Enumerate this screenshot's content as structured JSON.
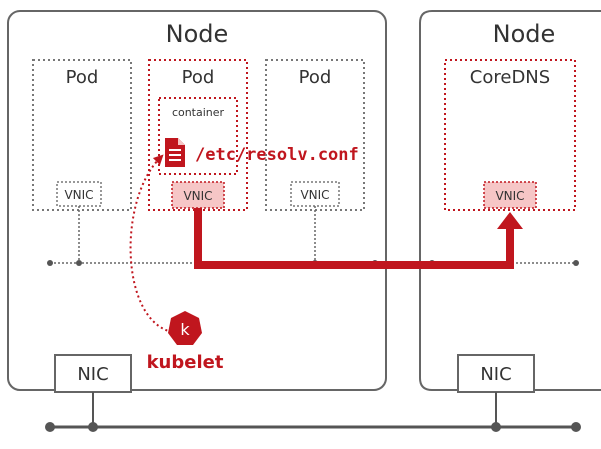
{
  "nodes": [
    {
      "label": "Node"
    },
    {
      "label": "Node"
    }
  ],
  "pods": [
    {
      "label": "Pod",
      "vnic": "VNIC"
    },
    {
      "label": "Pod",
      "vnic": "VNIC"
    },
    {
      "label": "Pod",
      "vnic": "VNIC"
    }
  ],
  "container": {
    "label": "container",
    "file": "/etc/resolv.conf"
  },
  "coredns": {
    "label": "CoreDNS",
    "vnic": "VNIC"
  },
  "kubelet": {
    "label": "kubelet",
    "icon_letter": "k"
  },
  "nics": [
    "NIC",
    "NIC"
  ],
  "colors": {
    "accent": "#c0161e",
    "highlight_fill": "#f6c6c6",
    "border": "#666666",
    "text": "#333333",
    "bus": "#555555"
  },
  "icons": {
    "file": "file-icon",
    "kubelet": "kubelet-helm-icon"
  }
}
